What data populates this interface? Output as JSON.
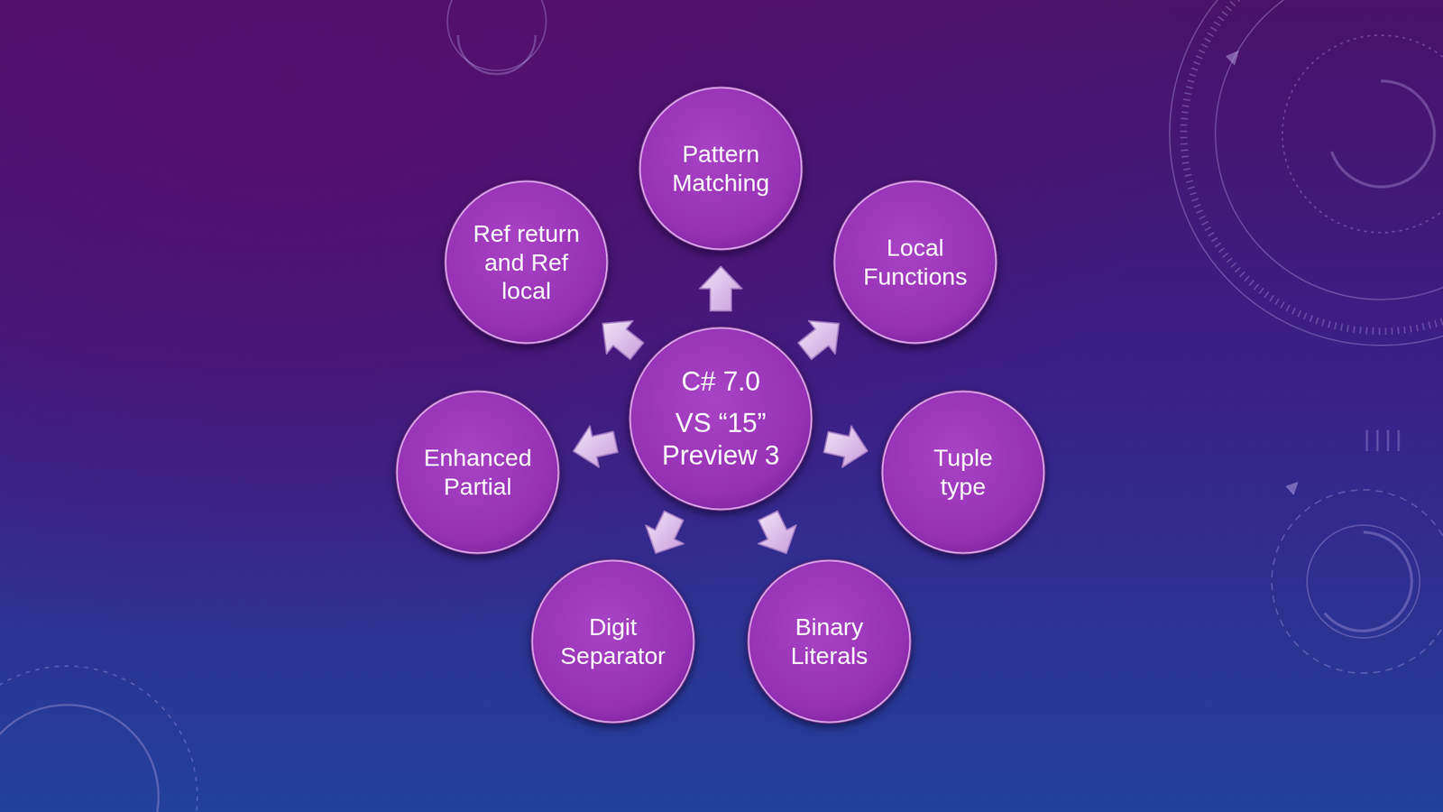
{
  "diagram": {
    "nodes": [
      {
        "text": [
          "Pattern Matching"
        ]
      },
      {
        "text": [
          "Ref return and Ref local"
        ]
      },
      {
        "text": [
          "Local Functions"
        ]
      },
      {
        "text": [
          "C# 7.0",
          "VS “15” Preview 3"
        ]
      },
      {
        "text": [
          "Enhanced Partial"
        ]
      },
      {
        "text": [
          "Tuple type"
        ]
      },
      {
        "text": [
          "Digit Separator"
        ]
      },
      {
        "text": [
          "Binary Literals"
        ]
      }
    ],
    "edges": [
      {
        "from": 3,
        "to": 0,
        "arrow": "to"
      },
      {
        "from": 3,
        "to": 2,
        "arrow": "to"
      },
      {
        "from": 3,
        "to": 5,
        "arrow": "to"
      },
      {
        "from": 3,
        "to": 7,
        "arrow": "to"
      },
      {
        "from": 3,
        "to": 6,
        "arrow": "to"
      },
      {
        "from": 3,
        "to": 4,
        "arrow": "to"
      },
      {
        "from": 3,
        "to": 1,
        "arrow": "to"
      }
    ]
  }
}
